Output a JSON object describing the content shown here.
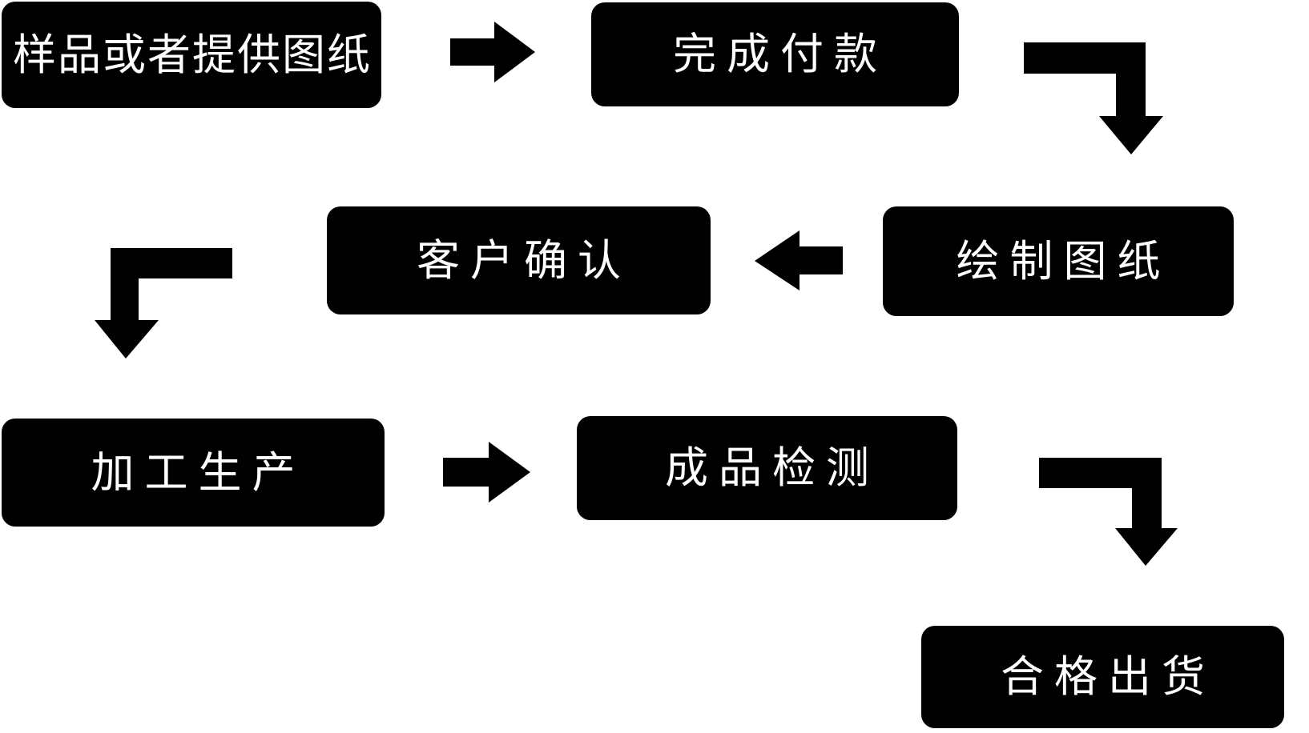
{
  "diagram": {
    "title": "production-process-flowchart",
    "colors": {
      "background": "#ffffff",
      "node_fill": "#000000",
      "node_text": "#ffffff",
      "arrow": "#000000"
    },
    "nodes": [
      {
        "id": "sample",
        "label": "样品或者提供图纸"
      },
      {
        "id": "payment",
        "label": "完成付款"
      },
      {
        "id": "drawing",
        "label": "绘制图纸"
      },
      {
        "id": "confirm",
        "label": "客户确认"
      },
      {
        "id": "production",
        "label": "加工生产"
      },
      {
        "id": "inspection",
        "label": "成品检测"
      },
      {
        "id": "shipment",
        "label": "合格出货"
      }
    ],
    "edges": [
      {
        "from": "sample",
        "to": "payment",
        "style": "straight-right"
      },
      {
        "from": "payment",
        "to": "drawing",
        "style": "elbow-right-down"
      },
      {
        "from": "drawing",
        "to": "confirm",
        "style": "straight-left"
      },
      {
        "from": "confirm",
        "to": "production",
        "style": "elbow-left-down"
      },
      {
        "from": "production",
        "to": "inspection",
        "style": "straight-right"
      },
      {
        "from": "inspection",
        "to": "shipment",
        "style": "elbow-right-down"
      }
    ]
  }
}
